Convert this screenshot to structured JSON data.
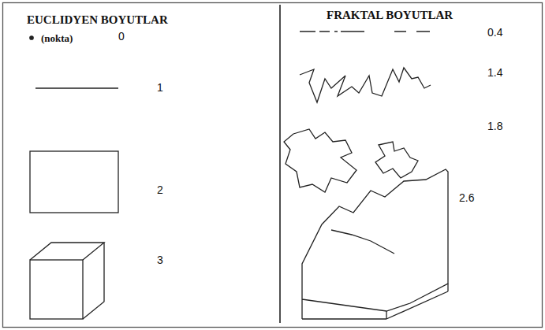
{
  "diagram": {
    "labels": [
      "EUCLIDYEN BOYUTLAR",
      "(nokta)",
      "0",
      "1",
      "2",
      "3",
      "FRAKTAL BOYUTLAR",
      "0.4",
      "1.4",
      "1.8",
      "2.6"
    ]
  }
}
